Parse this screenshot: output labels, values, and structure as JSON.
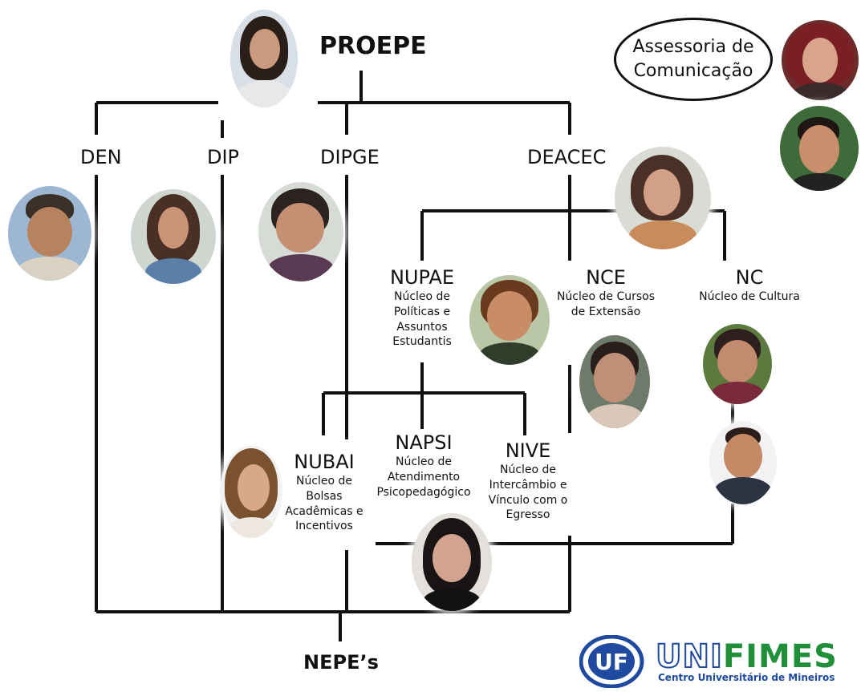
{
  "top": {
    "title": "PROEPE",
    "bottom": "NEPE’s"
  },
  "assessoria": {
    "line1": "Assessoria de",
    "line2": "Comunicação"
  },
  "directorates": {
    "den": "DEN",
    "dip": "DIP",
    "dipge": "DIPGE",
    "deacec": "DEACEC"
  },
  "nuclei": {
    "nupae": {
      "code": "NUPAE",
      "desc": [
        "Núcleo de",
        "Políticas e",
        "Assuntos",
        "Estudantis"
      ]
    },
    "nce": {
      "code": "NCE",
      "desc": [
        "Núcleo de Cursos",
        "de Extensão"
      ]
    },
    "nc": {
      "code": "NC",
      "desc": [
        "Núcleo de Cultura"
      ]
    },
    "nubai": {
      "code": "NUBAI",
      "desc": [
        "Núcleo de",
        "Bolsas",
        "Acadêmicas e",
        "Incentivos"
      ]
    },
    "napsi": {
      "code": "NAPSI",
      "desc": [
        "Núcleo de",
        "Atendimento",
        "Psicopedagógico"
      ]
    },
    "nive": {
      "code": "NIVE",
      "desc": [
        "Núcleo de",
        "Intercâmbio e",
        "Vínculo com o",
        "Egresso"
      ]
    }
  },
  "logo": {
    "word_a": "UNI",
    "word_b": "FIMES",
    "subtitle": "Centro Universitário de Mineiros",
    "mark": "UF"
  },
  "colors": {
    "line": "#111111",
    "logo_green": "#1f8f3a",
    "logo_blue": "#1f4aa0"
  }
}
